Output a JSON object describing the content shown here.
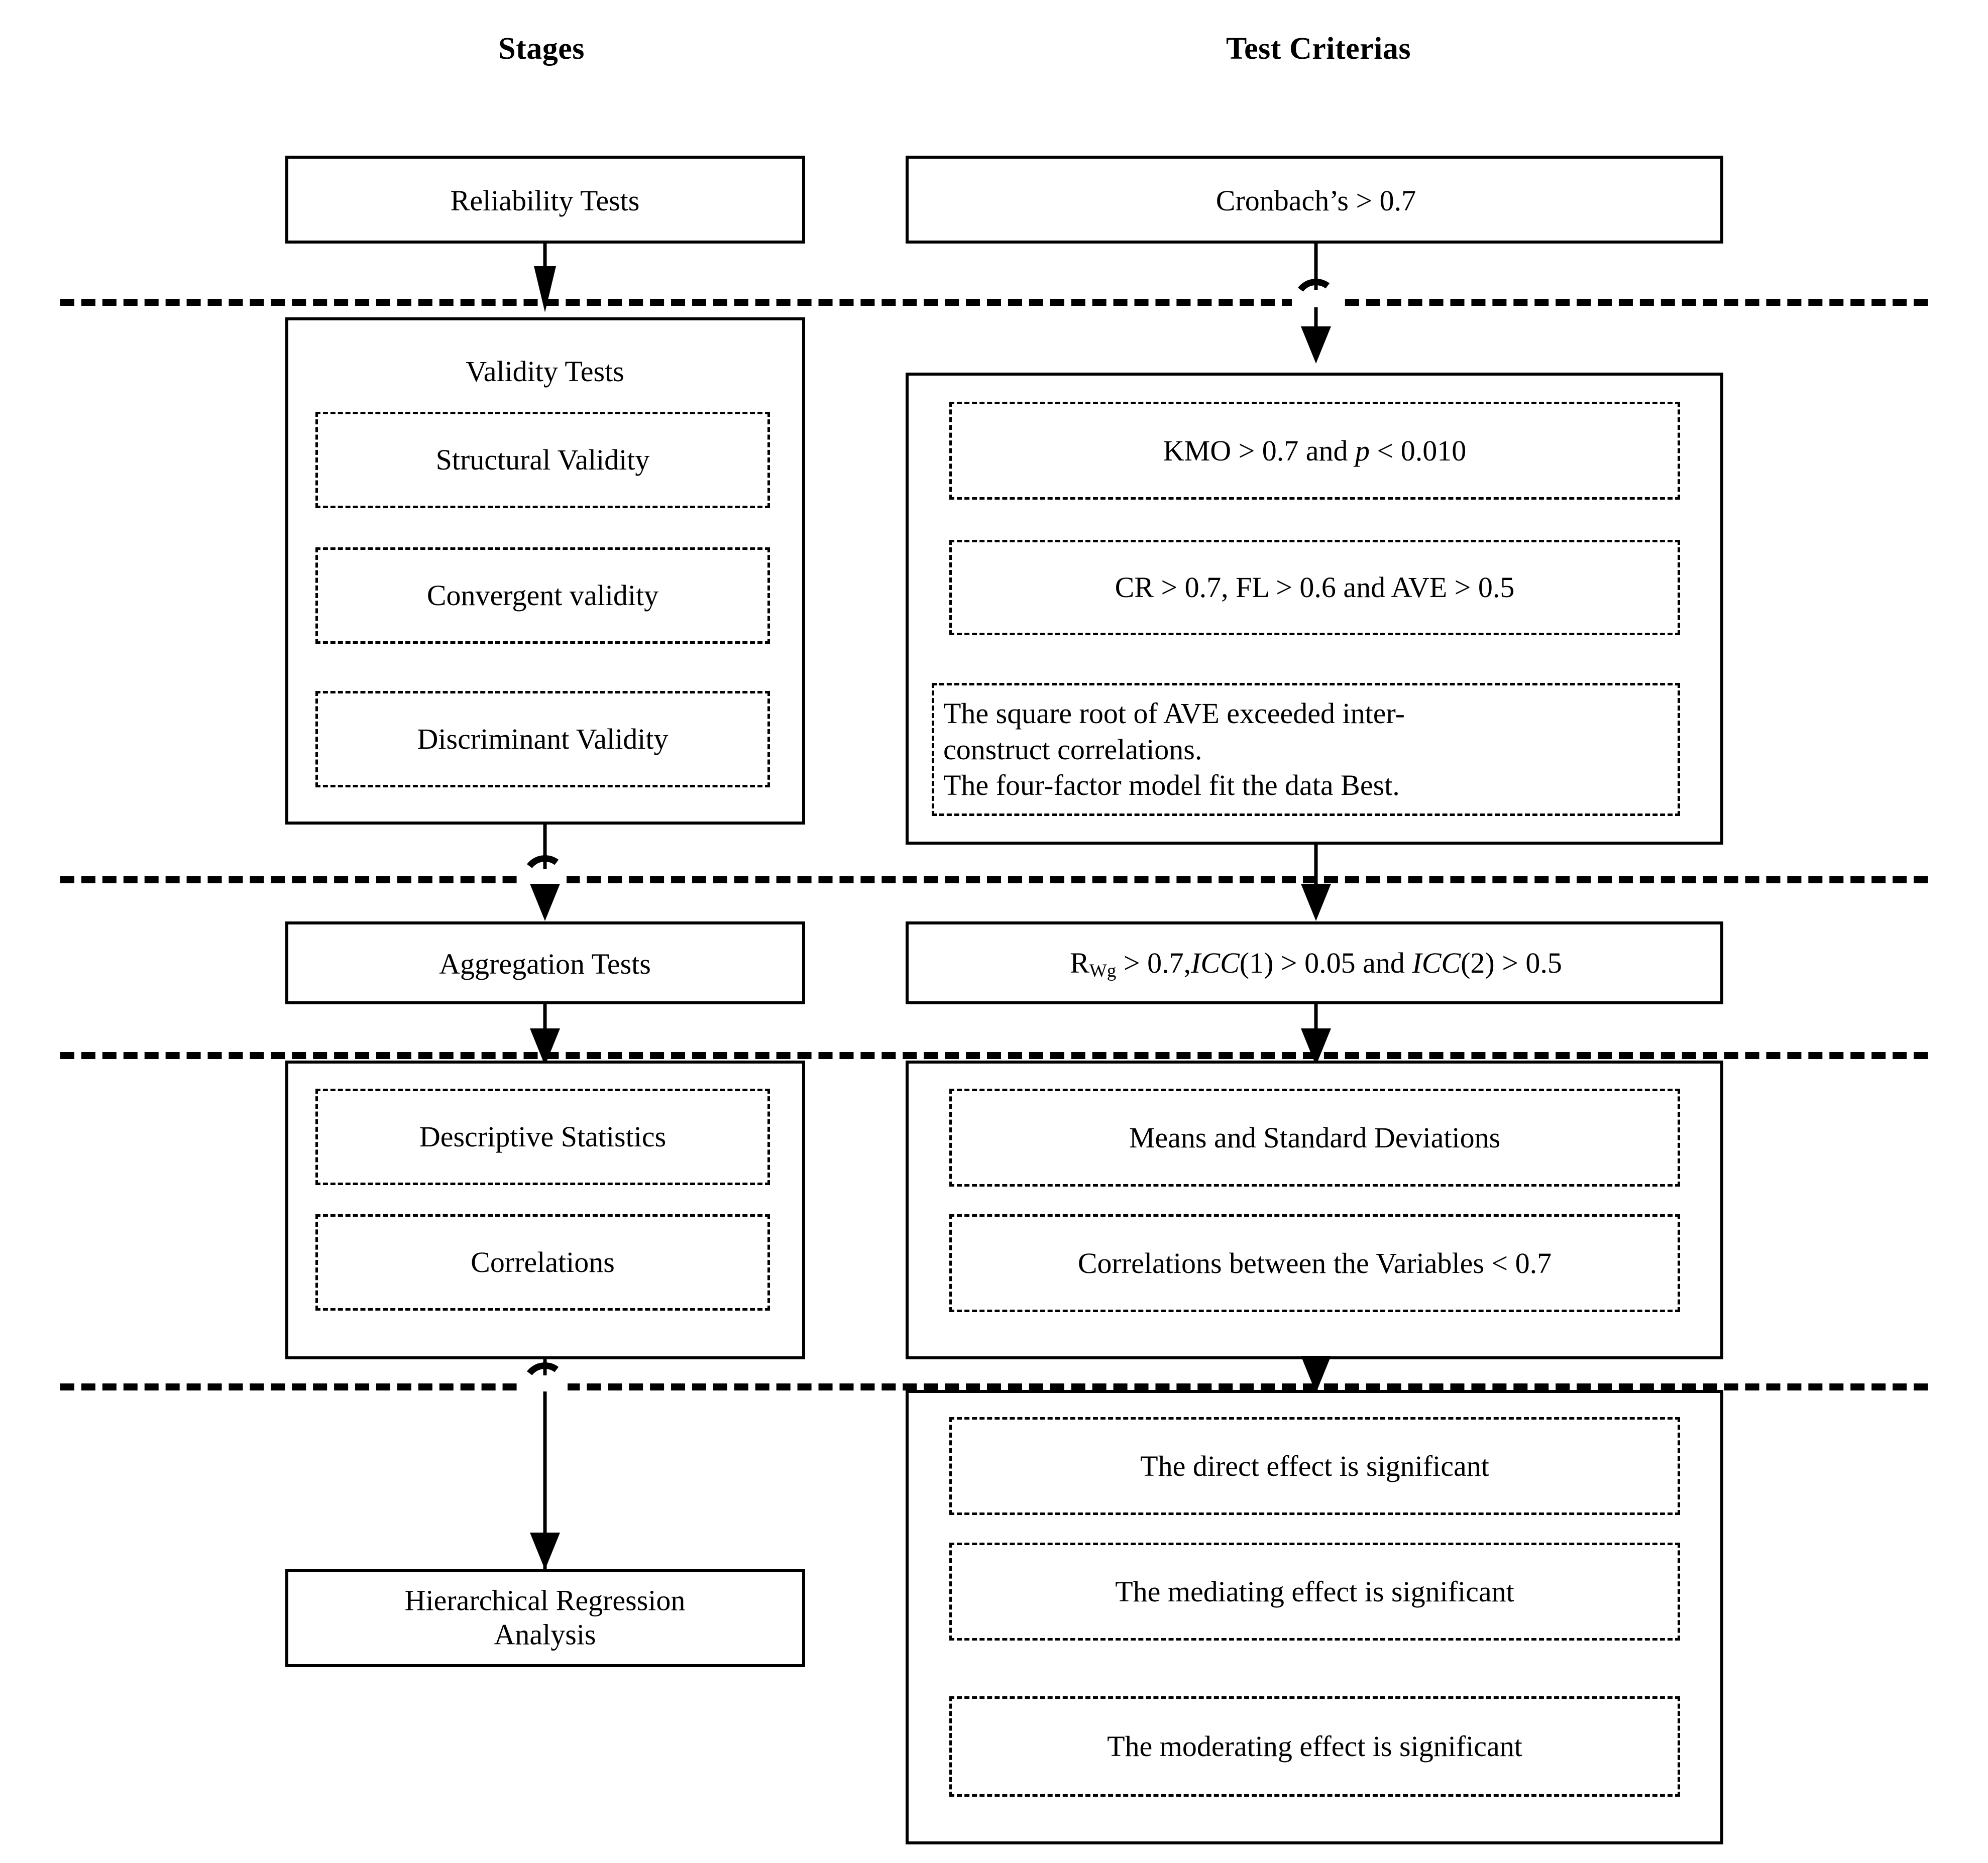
{
  "headers": {
    "stages": "Stages",
    "criteria": "Test Criterias"
  },
  "stages": [
    {
      "id": "reliability",
      "label": "Reliability Tests",
      "sub_items": []
    },
    {
      "id": "validity",
      "label": "Validity Tests",
      "sub_items": [
        "Structural Validity",
        "Convergent validity",
        "Discriminant Validity"
      ]
    },
    {
      "id": "aggregation",
      "label": "Aggregation Tests",
      "sub_items": []
    },
    {
      "id": "descriptives",
      "label": "",
      "sub_items": [
        "Descriptive Statistics",
        "Correlations"
      ]
    },
    {
      "id": "regression",
      "label": "Hierarchical Regression Analysis",
      "label_line1": "Hierarchical Regression",
      "label_line2": "Analysis",
      "sub_items": []
    }
  ],
  "criteria": [
    {
      "id": "reliability-criteria",
      "label": "Cronbach’s > 0.7",
      "sub_items": []
    },
    {
      "id": "validity-criteria",
      "label": "",
      "sub_items": [
        "KMO > 0.7 and p < 0.010",
        "CR > 0.7, FL > 0.6 and AVE > 0.5",
        "The square root of AVE exceeded inter-construct correlations. The four-factor model fit the data Best."
      ],
      "sub_items_parts": [
        {
          "pre": "KMO > 0.7 and ",
          "italic": "p",
          "post": " < 0.010"
        },
        {
          "pre": "CR > 0.7, FL > 0.6 and AVE > 0.5",
          "italic": "",
          "post": ""
        }
      ],
      "multiline_lines": [
        "The square root of AVE exceeded inter-",
        "construct correlations.",
        "The four-factor model fit the data Best."
      ]
    },
    {
      "id": "aggregation-criteria",
      "label": "RWg > 0.7, ICC(1) > 0.05 and ICC(2) > 0.5",
      "label_parts": {
        "r": "R",
        "r_sub": "Wg",
        "mid1": " > 0.7,",
        "icc1": "ICC",
        "mid2": "(1) > 0.05 and ",
        "icc2": "ICC",
        "mid3": "(2) > 0.5"
      },
      "sub_items": []
    },
    {
      "id": "descriptives-criteria",
      "label": "",
      "sub_items": [
        "Means and Standard Deviations",
        "Correlations between the Variables < 0.7"
      ]
    },
    {
      "id": "regression-criteria",
      "label": "",
      "sub_items": [
        "The direct effect is significant",
        "The mediating effect is significant",
        "The moderating effect is significant"
      ]
    }
  ],
  "colors": {
    "stroke": "#000000",
    "background": "#ffffff"
  }
}
